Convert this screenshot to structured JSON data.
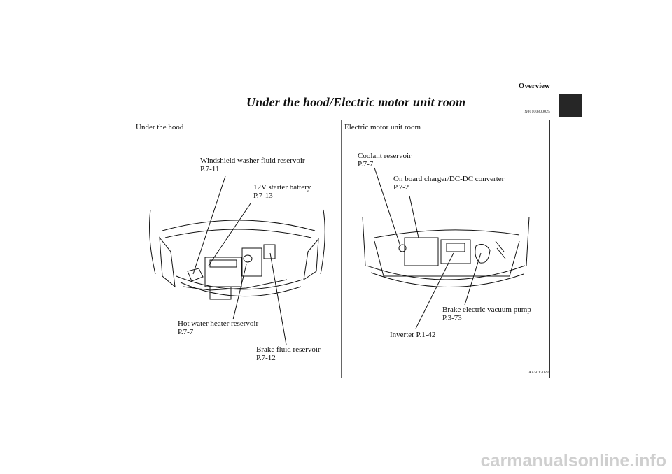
{
  "header": {
    "section": "Overview"
  },
  "title": "Under the hood/Electric motor unit room",
  "doc_code": "N00100800025",
  "left": {
    "heading": "Under the hood",
    "labels": {
      "washer": "Windshield washer fluid reservoir\nP.7-11",
      "battery": "12V starter battery\nP.7-13",
      "heater": "Hot water heater reservoir\nP.7-7",
      "brake_fluid": "Brake fluid reservoir\nP.7-12"
    }
  },
  "right": {
    "heading": "Electric motor unit room",
    "labels": {
      "coolant": "Coolant reservoir\nP.7-7",
      "charger": "On board charger/DC-DC converter\nP.7-2",
      "vacuum": "Brake electric vacuum pump\nP.3-73",
      "inverter": "Inverter P.1-42"
    }
  },
  "figure_ref": "AA5013023",
  "watermark": "carmanualsonline.info",
  "colors": {
    "tab": "#262626",
    "line": "#111111",
    "watermark": "#cfcfcf"
  }
}
